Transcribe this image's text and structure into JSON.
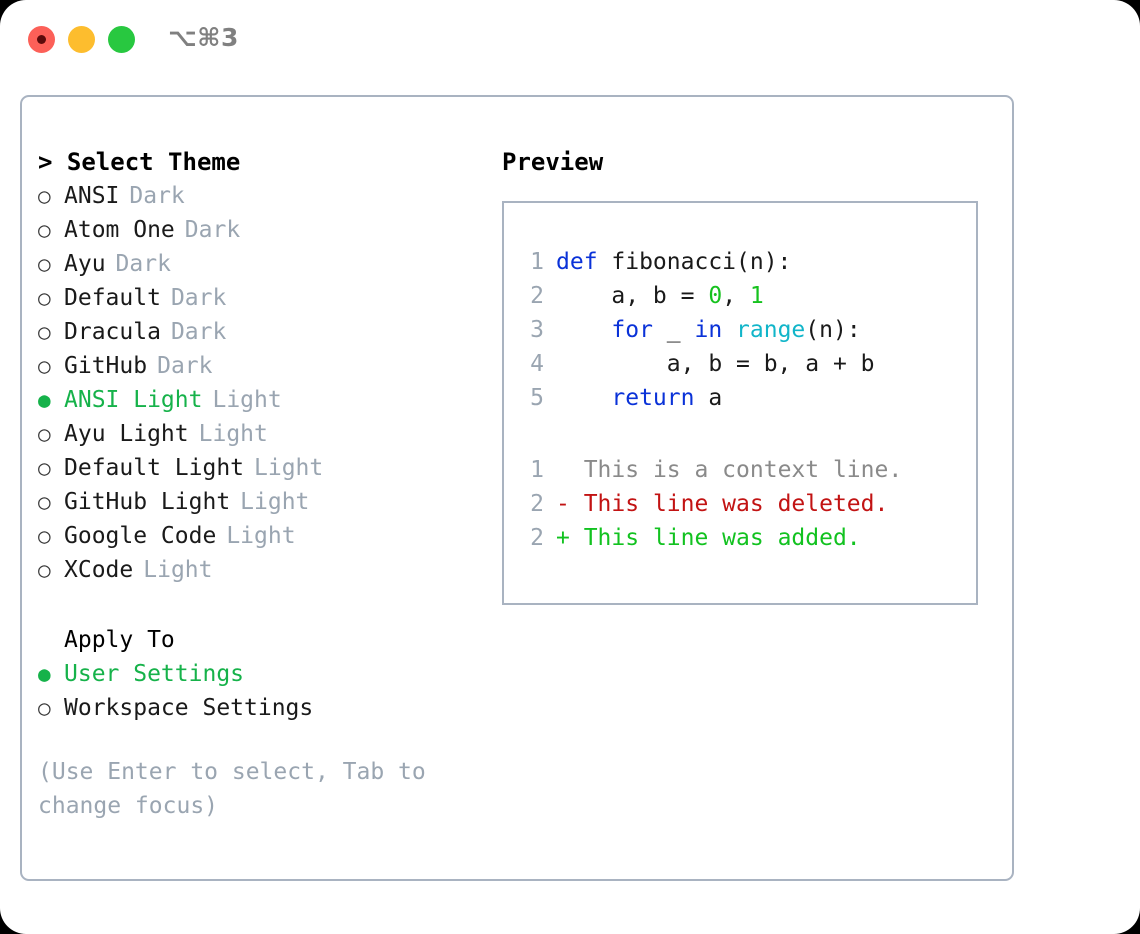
{
  "window": {
    "traffic_lights": [
      {
        "name": "close",
        "color": "#fc6058"
      },
      {
        "name": "minimize",
        "color": "#fdbd2e"
      },
      {
        "name": "zoom",
        "color": "#28c840"
      }
    ],
    "shortcut": "⌥⌘3"
  },
  "theme_selector": {
    "title": "> Select Theme",
    "items": [
      {
        "bullet": "○",
        "label": "ANSI",
        "meta": "Dark",
        "selected": false
      },
      {
        "bullet": "○",
        "label": "Atom One",
        "meta": "Dark",
        "selected": false
      },
      {
        "bullet": "○",
        "label": "Ayu",
        "meta": "Dark",
        "selected": false
      },
      {
        "bullet": "○",
        "label": "Default",
        "meta": "Dark",
        "selected": false
      },
      {
        "bullet": "○",
        "label": "Dracula",
        "meta": "Dark",
        "selected": false
      },
      {
        "bullet": "○",
        "label": "GitHub",
        "meta": "Dark",
        "selected": false
      },
      {
        "bullet": "●",
        "label": "ANSI Light",
        "meta": "Light",
        "selected": true
      },
      {
        "bullet": "○",
        "label": "Ayu Light",
        "meta": "Light",
        "selected": false
      },
      {
        "bullet": "○",
        "label": "Default Light",
        "meta": "Light",
        "selected": false
      },
      {
        "bullet": "○",
        "label": "GitHub Light",
        "meta": "Light",
        "selected": false
      },
      {
        "bullet": "○",
        "label": "Google Code",
        "meta": "Light",
        "selected": false
      },
      {
        "bullet": "○",
        "label": "XCode",
        "meta": "Light",
        "selected": false
      }
    ]
  },
  "apply_to": {
    "title": "Apply To",
    "items": [
      {
        "bullet": "●",
        "label": "User Settings",
        "selected": true
      },
      {
        "bullet": "○",
        "label": "Workspace Settings",
        "selected": false
      }
    ]
  },
  "hint": "(Use Enter to select, Tab to change focus)",
  "preview": {
    "title": "Preview",
    "code_lines": [
      {
        "n": "1",
        "tokens": [
          {
            "t": "def",
            "c": "kw"
          },
          {
            "t": " fibonacci(n):",
            "c": "id"
          }
        ]
      },
      {
        "n": "2",
        "tokens": [
          {
            "t": "    a, b = ",
            "c": "id"
          },
          {
            "t": "0",
            "c": "num"
          },
          {
            "t": ", ",
            "c": "id"
          },
          {
            "t": "1",
            "c": "num"
          }
        ]
      },
      {
        "n": "3",
        "tokens": [
          {
            "t": "    ",
            "c": "id"
          },
          {
            "t": "for",
            "c": "kw"
          },
          {
            "t": " _ ",
            "c": "id"
          },
          {
            "t": "in",
            "c": "kw"
          },
          {
            "t": " ",
            "c": "id"
          },
          {
            "t": "range",
            "c": "fn"
          },
          {
            "t": "(n):",
            "c": "id"
          }
        ]
      },
      {
        "n": "4",
        "tokens": [
          {
            "t": "        a, b = b, a + b",
            "c": "id"
          }
        ]
      },
      {
        "n": "5",
        "tokens": [
          {
            "t": "    ",
            "c": "id"
          },
          {
            "t": "return",
            "c": "kw"
          },
          {
            "t": " a",
            "c": "id"
          }
        ]
      }
    ],
    "diff_lines": [
      {
        "n": "1",
        "marker": "  ",
        "text": "This is a context line.",
        "c": "ctx"
      },
      {
        "n": "2",
        "marker": "- ",
        "text": "This line was deleted.",
        "c": "del"
      },
      {
        "n": "2",
        "marker": "+ ",
        "text": "This line was added.",
        "c": "add"
      }
    ]
  },
  "colors": {
    "accent_green": "#16b24a",
    "border": "#a9b3c1",
    "muted": "#9aa5b1",
    "keyword": "#0a32d8",
    "function": "#11b5c9",
    "number": "#16c21e",
    "diff_add": "#12c220",
    "diff_del": "#c21313"
  }
}
